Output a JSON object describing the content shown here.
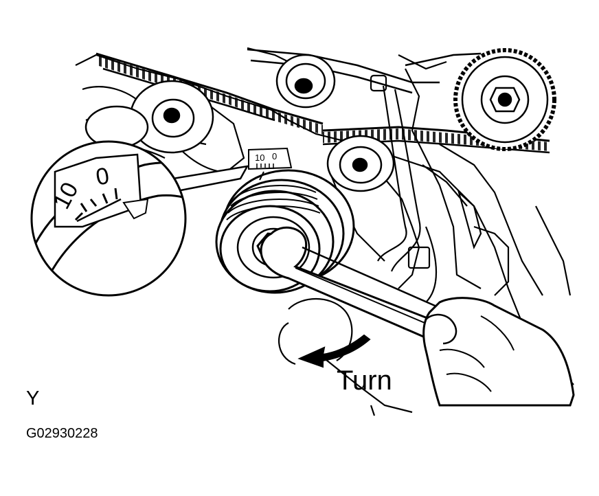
{
  "diagram": {
    "action_label": "Turn",
    "view_letter": "Y",
    "figure_code": "G02930228",
    "inset_scale": {
      "mark_10": "10",
      "mark_0": "0"
    },
    "pulley_scale": {
      "mark_10": "10",
      "mark_0": "0"
    },
    "icons": {
      "inset": "magnified-timing-mark",
      "arrow": "rotation-direction-arrow",
      "wrench": "wrench",
      "hand": "hand"
    },
    "colors": {
      "ink": "#000000",
      "paper": "#ffffff"
    }
  }
}
